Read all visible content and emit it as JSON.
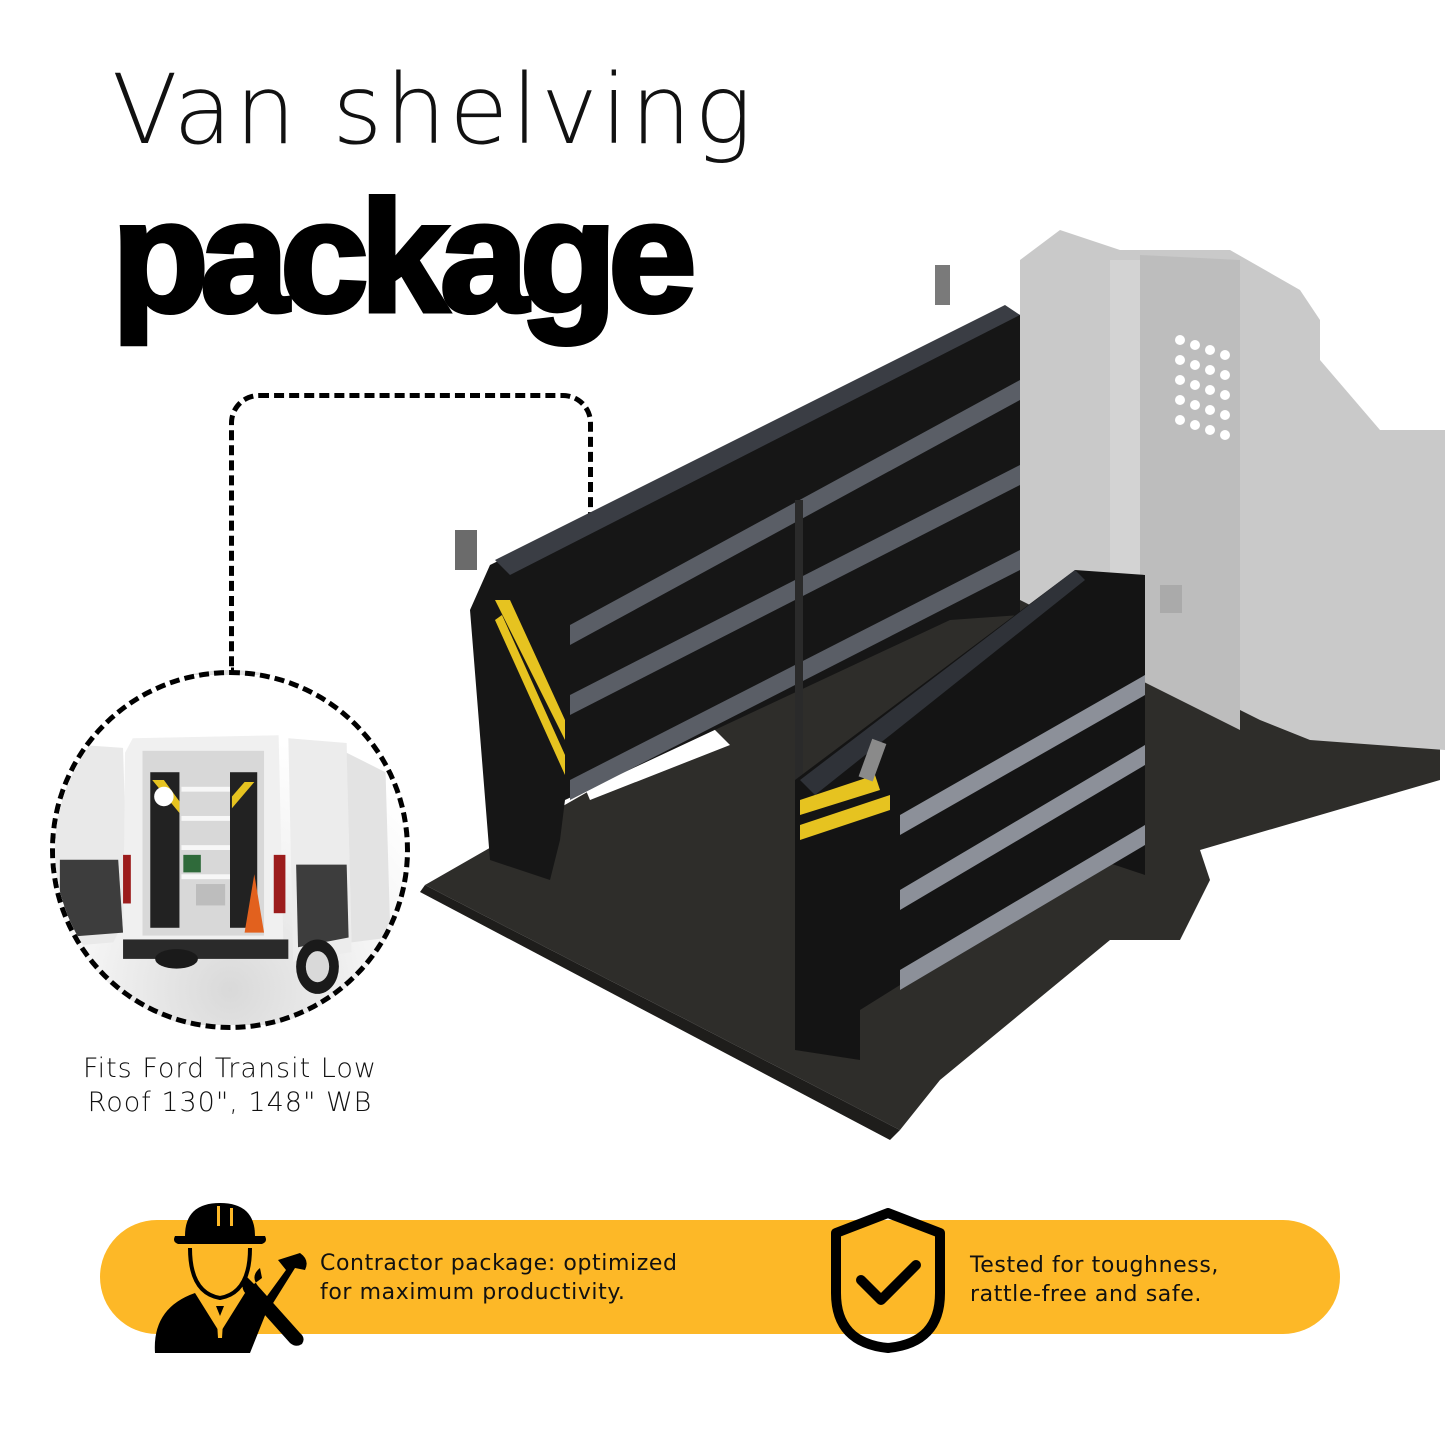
{
  "headline": {
    "line1": "Van shelving",
    "line2": "package"
  },
  "inset": {
    "image_alt": "Ford Transit van rear doors open showing installed shelving",
    "caption_line1": "Fits Ford Transit Low",
    "caption_line2": "Roof 130\", 148\" WB"
  },
  "product_render": {
    "alt": "Black van shelving units with yellow safety stripes on van floor with gray partition"
  },
  "banner": {
    "background_color": "#FDB827",
    "features": [
      {
        "icon": "contractor-worker-icon",
        "line1": "Contractor package: optimized",
        "line2": "for maximum productivity."
      },
      {
        "icon": "shield-check-icon",
        "line1": "Tested for toughness,",
        "line2": "rattle-free and safe."
      }
    ]
  },
  "colors": {
    "accent_yellow": "#FDB827",
    "shelf_black": "#1c1c1c",
    "floor": "#2e2d2a",
    "partition_gray": "#c9c9c9"
  }
}
